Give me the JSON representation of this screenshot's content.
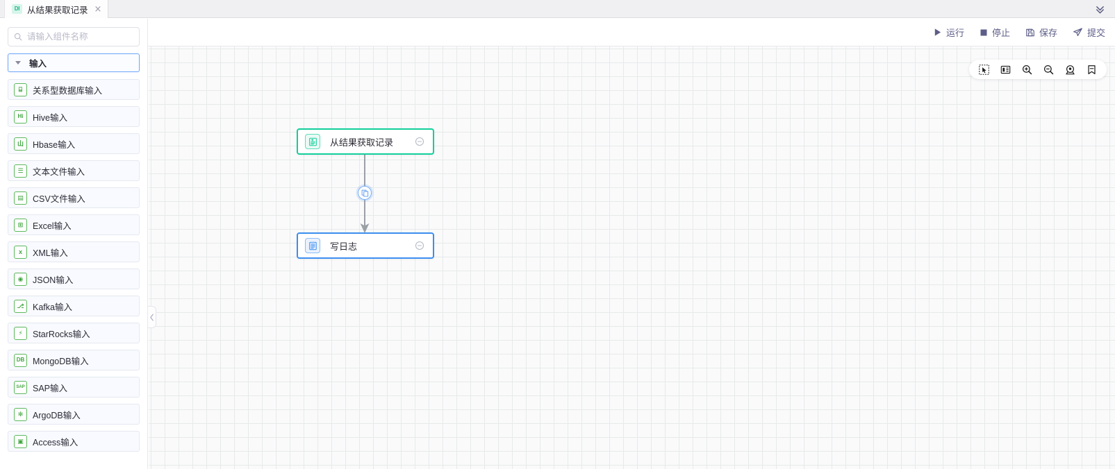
{
  "tabbar": {
    "tab": {
      "badge": "DI",
      "title": "从结果获取记录",
      "close": "×"
    },
    "collapse_icon": "double-chevron-down"
  },
  "toolbar": {
    "actions": [
      {
        "icon": "play-icon",
        "label": "运行"
      },
      {
        "icon": "stop-icon",
        "label": "停止"
      },
      {
        "icon": "save-icon",
        "label": "保存"
      },
      {
        "icon": "submit-icon",
        "label": "提交"
      }
    ]
  },
  "sidebar": {
    "search": {
      "value": "",
      "placeholder": "请输入组件名称",
      "icon": "search-icon"
    },
    "group": {
      "title": "输入",
      "expanded": true
    },
    "items": [
      {
        "icon": "database-icon",
        "glyph": "⌸",
        "label": "关系型数据库输入"
      },
      {
        "icon": "hive-icon",
        "glyph": "Hi",
        "label": "Hive输入"
      },
      {
        "icon": "hbase-icon",
        "glyph": "山",
        "label": "Hbase输入"
      },
      {
        "icon": "text-file-icon",
        "glyph": "☰",
        "label": "文本文件输入"
      },
      {
        "icon": "csv-file-icon",
        "glyph": "▤",
        "label": "CSV文件输入"
      },
      {
        "icon": "excel-icon",
        "glyph": "⊞",
        "label": "Excel输入"
      },
      {
        "icon": "xml-icon",
        "glyph": "x",
        "label": "XML输入"
      },
      {
        "icon": "json-icon",
        "glyph": "◉",
        "label": "JSON输入"
      },
      {
        "icon": "kafka-icon",
        "glyph": "⎇",
        "label": "Kafka输入"
      },
      {
        "icon": "starrocks-icon",
        "glyph": "⚡",
        "label": "StarRocks输入"
      },
      {
        "icon": "mongodb-icon",
        "glyph": "DB",
        "label": "MongoDB输入"
      },
      {
        "icon": "sap-icon",
        "glyph": "SAP",
        "label": "SAP输入"
      },
      {
        "icon": "argodb-icon",
        "glyph": "✻",
        "label": "ArgoDB输入"
      },
      {
        "icon": "access-icon",
        "glyph": "▣",
        "label": "Access输入"
      }
    ],
    "collapse_handle_icon": "chevron-left-icon"
  },
  "canvas": {
    "tools": [
      {
        "icon": "selection-pointer-icon"
      },
      {
        "icon": "fit-layout-icon"
      },
      {
        "icon": "zoom-in-icon"
      },
      {
        "icon": "zoom-out-icon"
      },
      {
        "icon": "locate-center-icon"
      },
      {
        "icon": "bookmark-icon"
      }
    ],
    "nodes": [
      {
        "id": "node-fetch-records",
        "label": "从结果获取记录",
        "color": "#12cf9b",
        "icon": "fetch-records-icon",
        "status_icon": "minus-circle-icon"
      },
      {
        "id": "node-write-log",
        "label": "写日志",
        "color": "#3c8ef0",
        "icon": "write-log-icon",
        "status_icon": "minus-circle-icon"
      }
    ],
    "edge": {
      "from": "node-fetch-records",
      "to": "node-write-log",
      "badge_icon": "copy-layers-icon",
      "color": "#9aa0a6"
    }
  }
}
